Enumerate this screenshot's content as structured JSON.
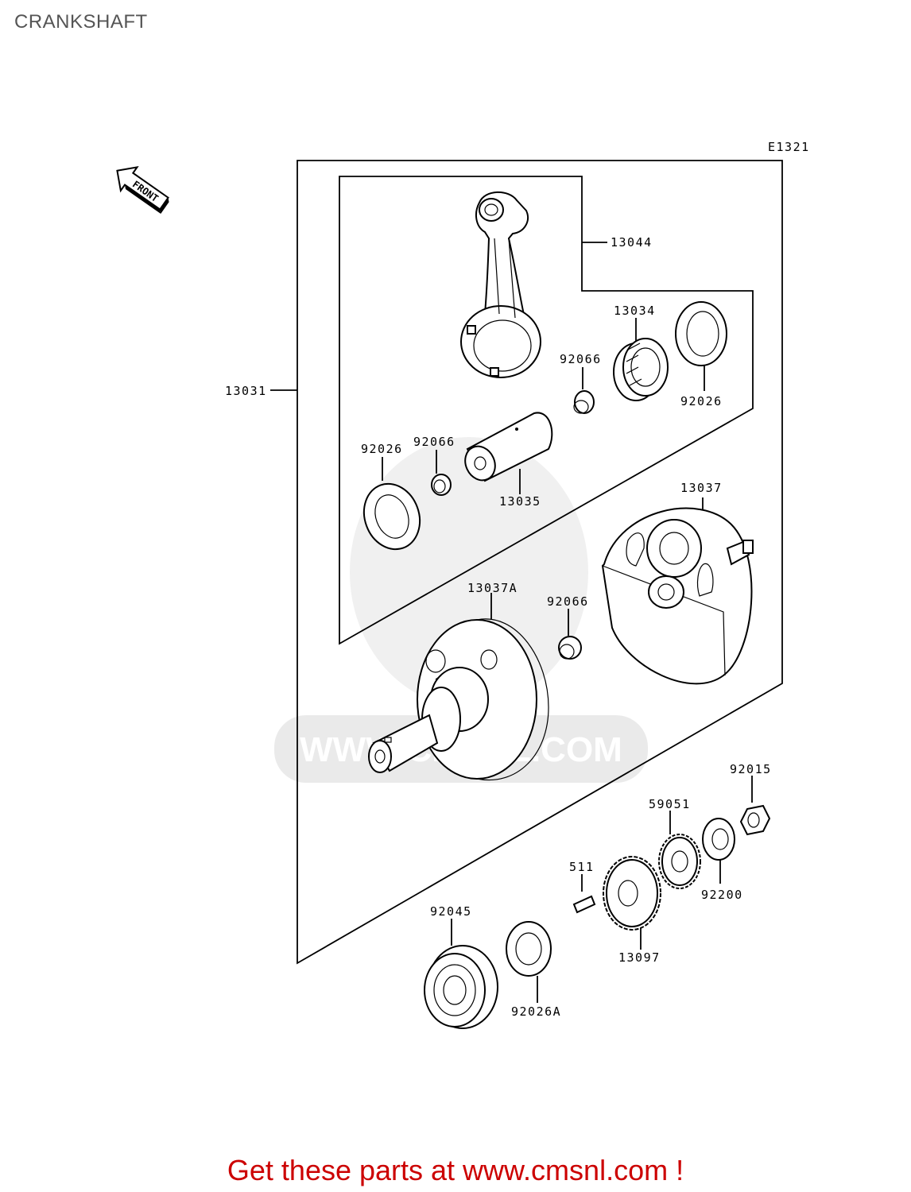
{
  "page": {
    "title": "CRANKSHAFT",
    "diagram_code": "E1321",
    "front_label": "FRONT",
    "watermark_text": "WWW.CMSNL.COM",
    "footer_text": "Get these parts at www.cmsnl.com !",
    "footer_color": "#cc0000"
  },
  "parts": {
    "p13044": "13044",
    "p13034": "13034",
    "p92066_a": "92066",
    "p92026_a": "92026",
    "p13031": "13031",
    "p92026_b": "92026",
    "p92066_b": "92066",
    "p13035": "13035",
    "p13037": "13037",
    "p13037a": "13037A",
    "p92066_c": "92066",
    "p92015": "92015",
    "p59051": "59051",
    "p511": "511",
    "p92200": "92200",
    "p92045": "92045",
    "p13097": "13097",
    "p92026a": "92026A"
  }
}
